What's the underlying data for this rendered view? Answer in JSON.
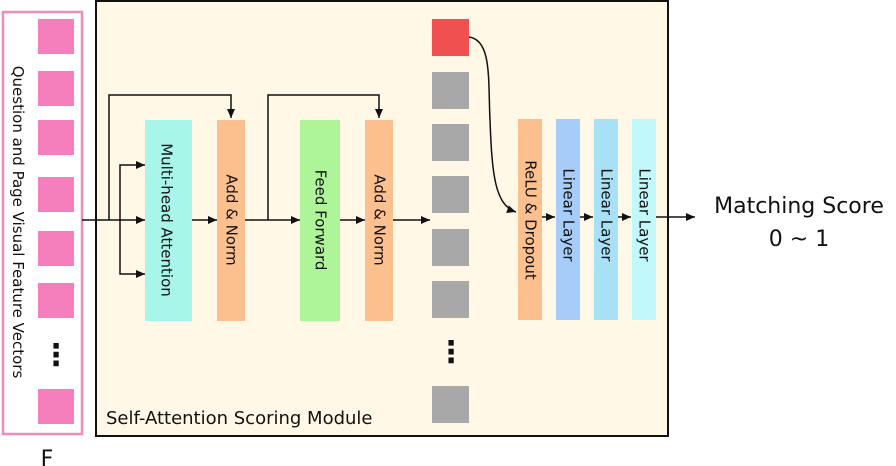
{
  "input": {
    "label": "Question and Page Visual Feature Vectors",
    "symbol": "F",
    "vector_color": "#f57ebc",
    "border_color": "#f08ab8",
    "ellipsis": "⋮"
  },
  "module": {
    "label": "Self-Attention Scoring Module",
    "background": "#fff8e6",
    "blocks": {
      "attention": {
        "label": "Multi-head Attention",
        "color": "#a8f5ea"
      },
      "add_norm_1": {
        "label": "Add & Norm",
        "color": "#fbc08e"
      },
      "feed_forward": {
        "label": "Feed Forward",
        "color": "#aef59a"
      },
      "add_norm_2": {
        "label": "Add & Norm",
        "color": "#fbc08e"
      }
    },
    "tokens": {
      "cls_color": "#f05050",
      "token_color": "#a8a8a8",
      "ellipsis": "⋮"
    },
    "head": {
      "relu": {
        "label": "ReLU & Dropout",
        "color": "#fbc08e"
      },
      "linear_1": {
        "label": "Linear Layer",
        "color": "#a8ccf8"
      },
      "linear_2": {
        "label": "Linear Layer",
        "color": "#a8e0f5"
      },
      "linear_3": {
        "label": "Linear Layer",
        "color": "#c0f8fb"
      }
    }
  },
  "output": {
    "line1": "Matching Score",
    "line2": "0 ~ 1"
  }
}
